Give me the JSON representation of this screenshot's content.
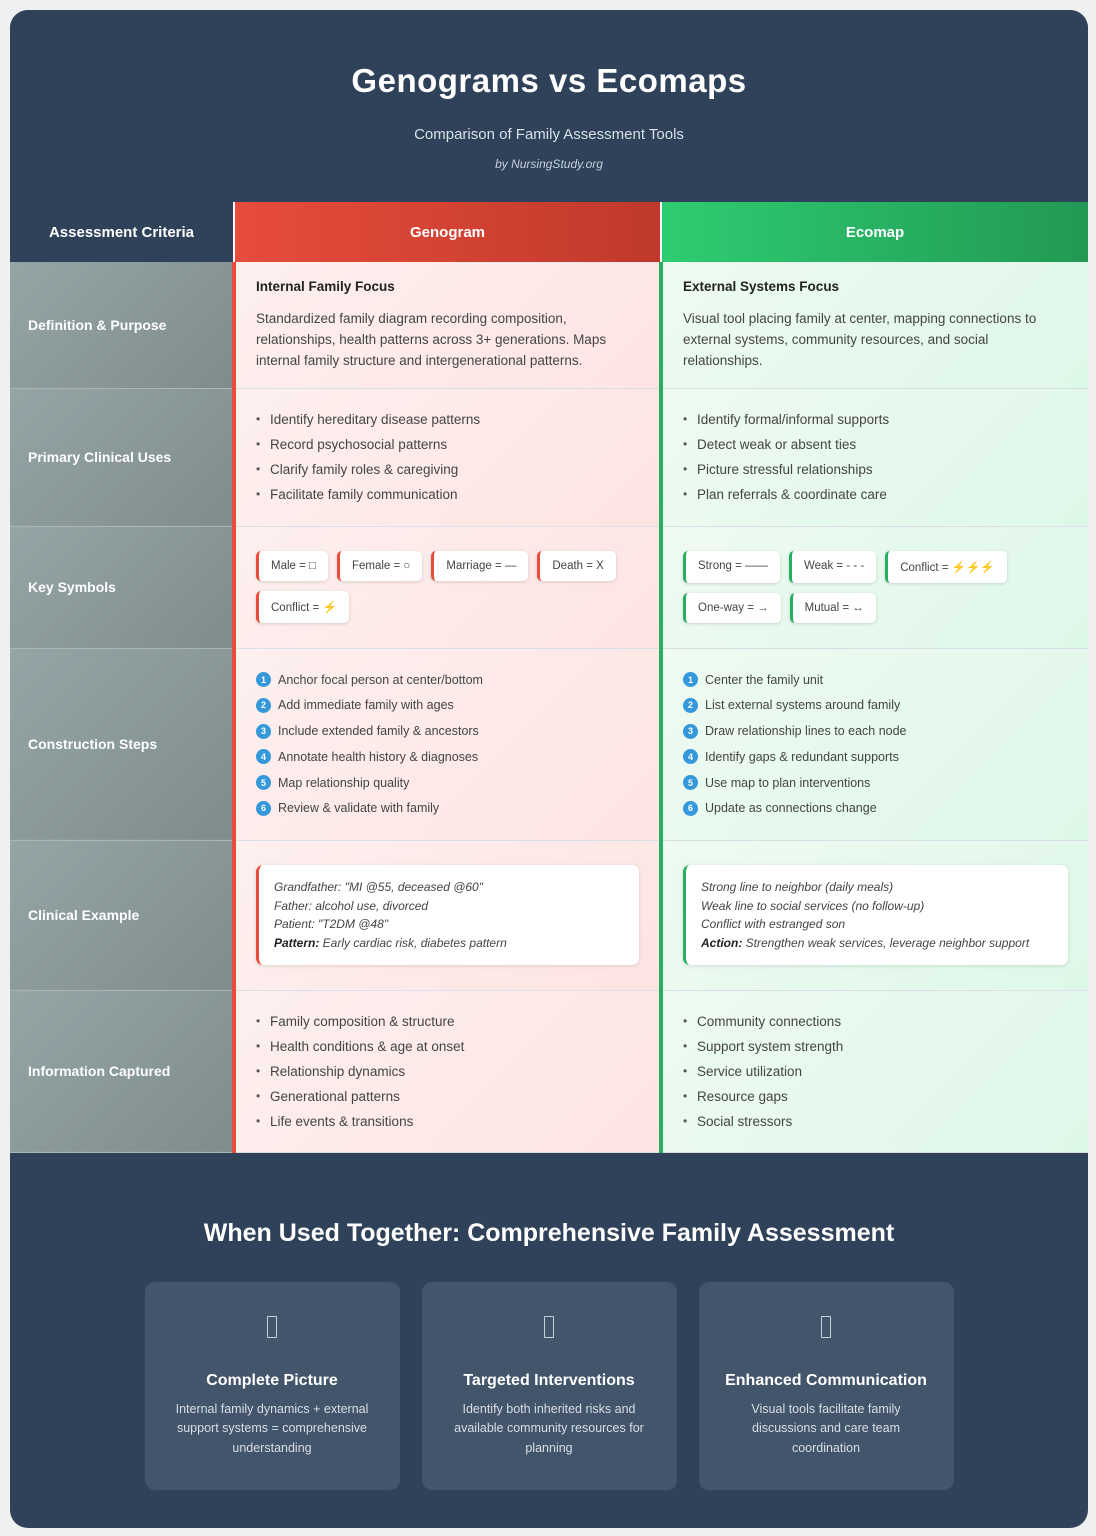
{
  "header": {
    "title": "Genograms vs Ecomaps",
    "subtitle": "Comparison of Family Assessment Tools",
    "byline": "by NursingStudy.org"
  },
  "columns": {
    "criteria": "Assessment Criteria",
    "genogram": "Genogram",
    "ecomap": "Ecomap"
  },
  "rows": {
    "definition": {
      "label": "Definition & Purpose",
      "genogram_title": "Internal Family Focus",
      "genogram_text": "Standardized family diagram recording composition, relationships, health patterns across 3+ generations. Maps internal family structure and intergenerational patterns.",
      "ecomap_title": "External Systems Focus",
      "ecomap_text": "Visual tool placing family at center, mapping connections to external systems, community resources, and social relationships."
    },
    "uses": {
      "label": "Primary Clinical Uses",
      "genogram": [
        "Identify hereditary disease patterns",
        "Record psychosocial patterns",
        "Clarify family roles & caregiving",
        "Facilitate family communication"
      ],
      "ecomap": [
        "Identify formal/informal supports",
        "Detect weak or absent ties",
        "Picture stressful relationships",
        "Plan referrals & coordinate care"
      ]
    },
    "symbols": {
      "label": "Key Symbols",
      "genogram": [
        "Male = □",
        "Female = ○",
        "Marriage = —",
        "Death = X",
        "Conflict = ⚡"
      ],
      "ecomap": [
        "Strong = ——",
        "Weak = - - -",
        "Conflict = ⚡⚡⚡",
        "One-way = →",
        "Mutual = ↔"
      ]
    },
    "steps": {
      "label": "Construction Steps",
      "numbers": [
        "1",
        "2",
        "3",
        "4",
        "5",
        "6"
      ],
      "genogram": [
        "Anchor focal person at center/bottom",
        "Add immediate family with ages",
        "Include extended family & ancestors",
        "Annotate health history & diagnoses",
        "Map relationship quality",
        "Review & validate with family"
      ],
      "ecomap": [
        "Center the family unit",
        "List external systems around family",
        "Draw relationship lines to each node",
        "Identify gaps & redundant supports",
        "Use map to plan interventions",
        "Update as connections change"
      ]
    },
    "example": {
      "label": "Clinical Example",
      "genogram_lines": [
        "Grandfather: \"MI @55, deceased @60\"",
        "Father: alcohol use, divorced",
        "Patient: \"T2DM @48\""
      ],
      "genogram_pattern_label": "Pattern:",
      "genogram_pattern": " Early cardiac risk, diabetes pattern",
      "ecomap_lines": [
        "Strong line to neighbor (daily meals)",
        "Weak line to social services (no follow-up)",
        "Conflict with estranged son"
      ],
      "ecomap_action_label": "Action:",
      "ecomap_action": " Strengthen weak services, leverage neighbor support"
    },
    "info": {
      "label": "Information Captured",
      "genogram": [
        "Family composition & structure",
        "Health conditions & age at onset",
        "Relationship dynamics",
        "Generational patterns",
        "Life events & transitions"
      ],
      "ecomap": [
        "Community connections",
        "Support system strength",
        "Service utilization",
        "Resource gaps",
        "Social stressors"
      ]
    }
  },
  "together": {
    "title": "When Used Together: Comprehensive Family Assessment",
    "cards": [
      {
        "icon": "placeholder-glyph-icon",
        "title": "Complete Picture",
        "text": "Internal family dynamics + external support systems = comprehensive understanding"
      },
      {
        "icon": "placeholder-glyph-icon",
        "title": "Targeted Interventions",
        "text": "Identify both inherited risks and available community resources for planning"
      },
      {
        "icon": "placeholder-glyph-icon",
        "title": "Enhanced Communication",
        "text": "Visual tools facilitate family discussions and care team coordination"
      }
    ]
  },
  "colors": {
    "header_bg": "#2f4259",
    "genogram_accent": "#e74c3c",
    "ecomap_accent": "#27ae60",
    "step_badge": "#3498db"
  }
}
